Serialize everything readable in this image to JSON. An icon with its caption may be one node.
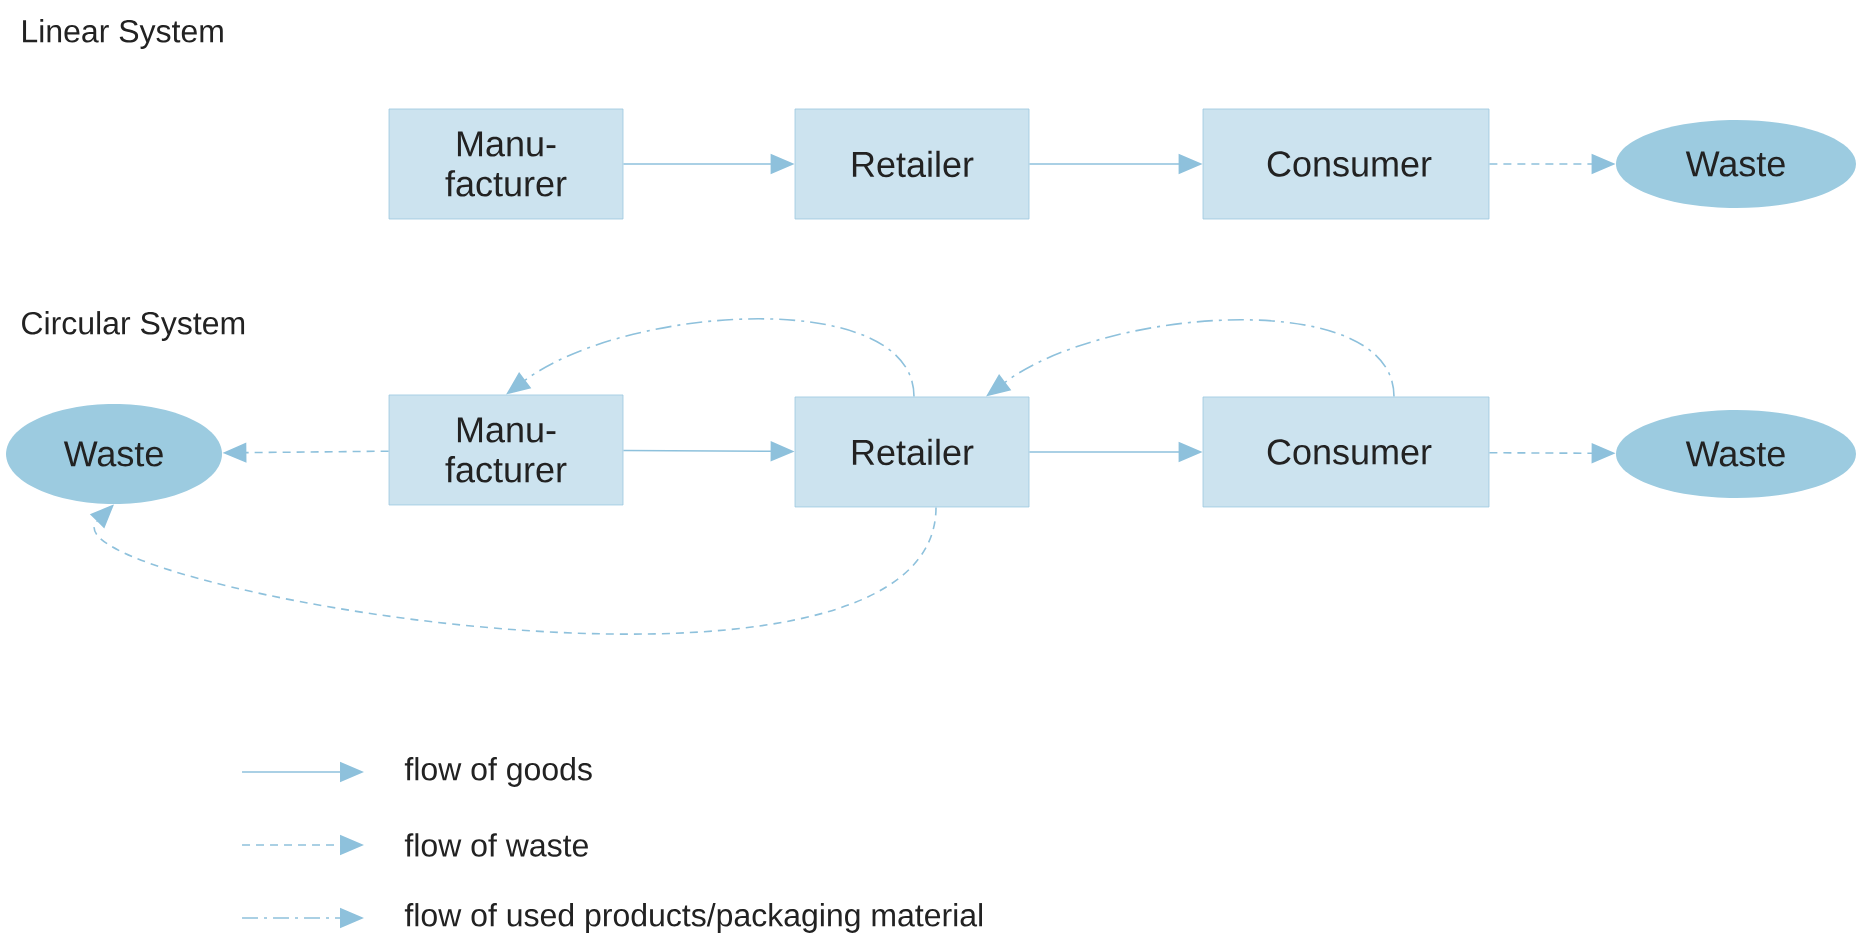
{
  "diagram": {
    "nodes": [
      {
        "text": [
          "Manu- facturer"
        ]
      },
      {
        "text": [
          "Retailer"
        ]
      },
      {
        "text": [
          "Consumer"
        ]
      },
      {
        "text": [
          "Waste"
        ]
      },
      {
        "text": [
          "Waste"
        ]
      },
      {
        "text": [
          "Manu- facturer"
        ]
      },
      {
        "text": [
          "Retailer"
        ]
      },
      {
        "text": [
          "Consumer"
        ]
      },
      {
        "text": [
          "Waste"
        ]
      }
    ],
    "edges": [
      {
        "from": 0,
        "to": 1,
        "arrow": "to"
      },
      {
        "from": 1,
        "to": 2,
        "arrow": "to"
      },
      {
        "from": 2,
        "to": 3,
        "arrow": "to",
        "style": "dashed"
      },
      {
        "from": 6,
        "to": 5,
        "arrow": "to",
        "style": "dashed"
      },
      {
        "from": 7,
        "to": 6,
        "arrow": "to",
        "style": "dashed"
      },
      {
        "from": 5,
        "to": 4,
        "arrow": "to",
        "style": "dashed"
      },
      {
        "from": 5,
        "to": 6,
        "arrow": "to"
      },
      {
        "from": 6,
        "to": 7,
        "arrow": "to"
      },
      {
        "from": 7,
        "to": 8,
        "arrow": "to",
        "style": "dashed"
      },
      {
        "from": 6,
        "to": 4,
        "arrow": "to",
        "style": "dashed"
      }
    ],
    "labels": [
      "Linear System",
      "Circular System"
    ],
    "legend": [
      {
        "text": "flow of goods"
      },
      {
        "text": "flow of waste"
      },
      {
        "text": "flow of used products/packaging material"
      }
    ]
  }
}
